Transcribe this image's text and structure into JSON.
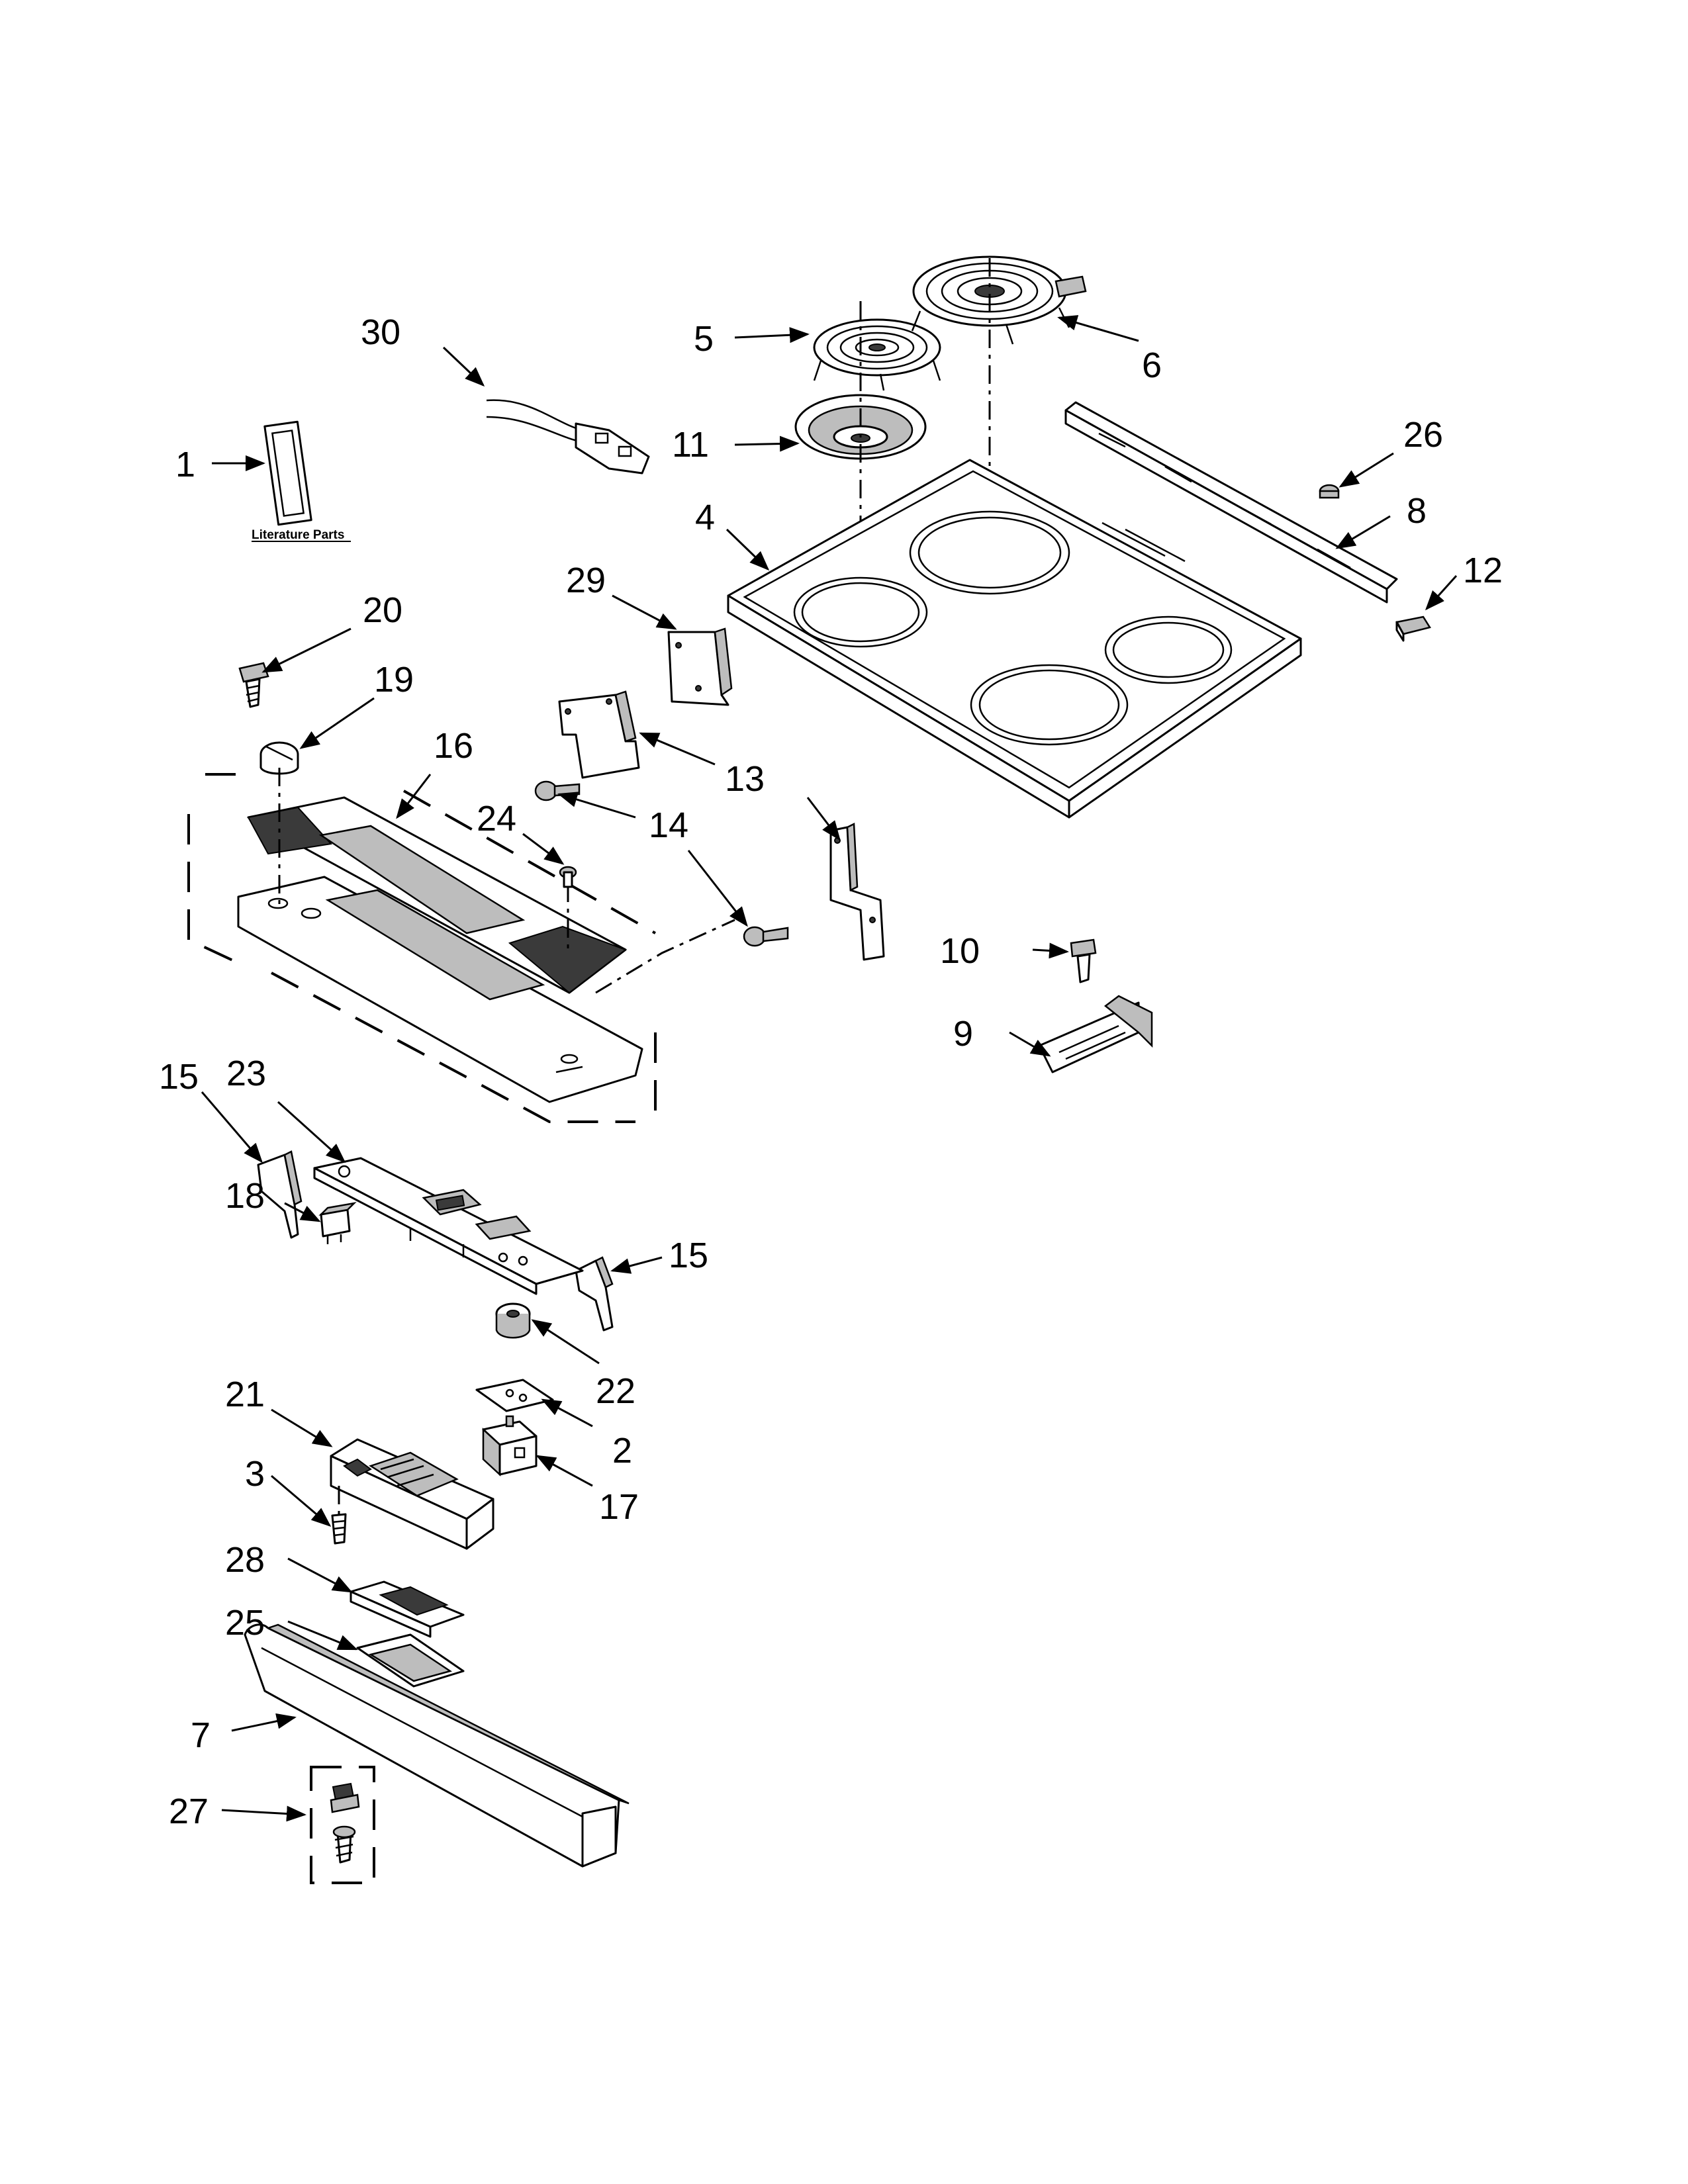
{
  "diagram": {
    "literature_label": "Literature Parts",
    "callouts": [
      {
        "id": "c1",
        "label": "1"
      },
      {
        "id": "c2",
        "label": "2"
      },
      {
        "id": "c3",
        "label": "3"
      },
      {
        "id": "c4",
        "label": "4"
      },
      {
        "id": "c5",
        "label": "5"
      },
      {
        "id": "c6",
        "label": "6"
      },
      {
        "id": "c7",
        "label": "7"
      },
      {
        "id": "c8",
        "label": "8"
      },
      {
        "id": "c9",
        "label": "9"
      },
      {
        "id": "c10",
        "label": "10"
      },
      {
        "id": "c11",
        "label": "11"
      },
      {
        "id": "c12",
        "label": "12"
      },
      {
        "id": "c13a",
        "label": "13"
      },
      {
        "id": "c14a",
        "label": "14"
      },
      {
        "id": "c14b",
        "label": "14"
      },
      {
        "id": "c15a",
        "label": "15"
      },
      {
        "id": "c15b",
        "label": "15"
      },
      {
        "id": "c16",
        "label": "16"
      },
      {
        "id": "c17",
        "label": "17"
      },
      {
        "id": "c18",
        "label": "18"
      },
      {
        "id": "c19",
        "label": "19"
      },
      {
        "id": "c20",
        "label": "20"
      },
      {
        "id": "c21",
        "label": "21"
      },
      {
        "id": "c22",
        "label": "22"
      },
      {
        "id": "c23",
        "label": "23"
      },
      {
        "id": "c24",
        "label": "24"
      },
      {
        "id": "c25",
        "label": "25"
      },
      {
        "id": "c26",
        "label": "26"
      },
      {
        "id": "c27",
        "label": "27"
      },
      {
        "id": "c28",
        "label": "28"
      },
      {
        "id": "c29",
        "label": "29"
      },
      {
        "id": "c30",
        "label": "30"
      }
    ]
  }
}
